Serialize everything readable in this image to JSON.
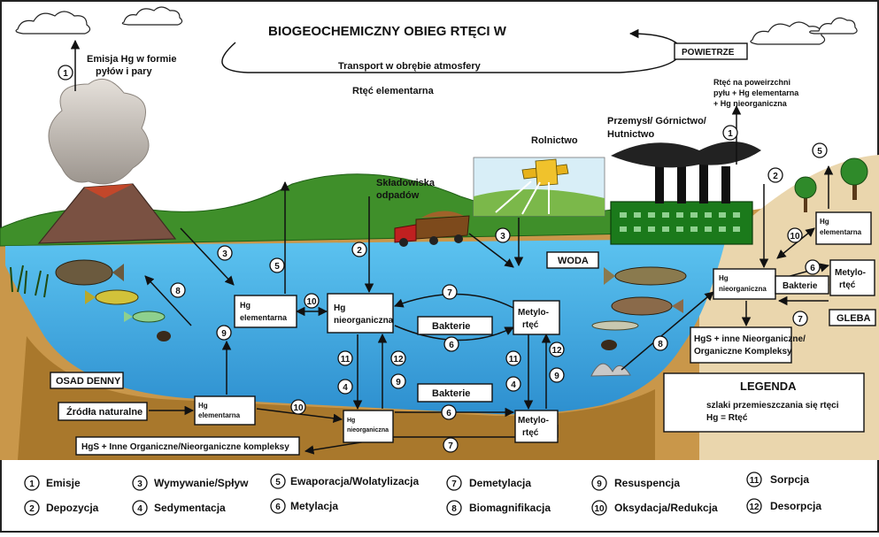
{
  "title": "BIOGEOCHEMICZNY OBIEG RTĘCI W",
  "labels": {
    "transport": "Transport w obrębie atmosfery",
    "rtec_elementarna": "Rtęć elementarna",
    "powietrze": "POWIETRZE",
    "emisja_line1": "Emisja Hg w formie",
    "emisja_line2": "pyłów i pary",
    "rtec_pyl_line1": "Rtęć na poweirzchni",
    "rtec_pyl_line2": "pyłu + Hg elementarna",
    "rtec_pyl_line3": "+ Hg nieorganiczna",
    "przemysl_line1": "Przemysł/ Górnictwo/",
    "przemysl_line2": "Hutnictwo",
    "rolnictwo": "Rolnictwo",
    "skladowiska_line1": "Składowiska",
    "skladowiska_line2": "odpadów",
    "woda": "WODA",
    "gleba": "GLEBA",
    "osad_denny": "OSAD DENNY",
    "zrodla": "Źródła naturalne",
    "hgs_bottom": "HgS + Inne Organiczne/Nieorganiczne kompleksy",
    "hgs_right_line1": "HgS + inne Nieorganiczne/",
    "hgs_right_line2": "Organiczne Kompleksy",
    "bakterie": "Bakterie",
    "hg": "Hg",
    "elementarna": "elementarna",
    "nieorganiczna": "nieorganiczna",
    "metylo": "Metylo-",
    "rtec": "rtęć",
    "legenda_title": "LEGENDA",
    "legenda_line1": "szlaki przemieszczania się rtęci",
    "legenda_line2": "Hg = Rtęć"
  },
  "legend": [
    {
      "num": "1",
      "label": "Emisje"
    },
    {
      "num": "2",
      "label": "Depozycja"
    },
    {
      "num": "3",
      "label": "Wymywanie/Spływ"
    },
    {
      "num": "4",
      "label": "Sedymentacja"
    },
    {
      "num": "5",
      "label": "Ewaporacja/Wolatylizacja"
    },
    {
      "num": "6",
      "label": "Metylacja"
    },
    {
      "num": "7",
      "label": "Demetylacja"
    },
    {
      "num": "8",
      "label": "Biomagnifikacja"
    },
    {
      "num": "9",
      "label": "Resuspencja"
    },
    {
      "num": "10",
      "label": "Oksydacja/Redukcja"
    },
    {
      "num": "11",
      "label": "Sorpcja"
    },
    {
      "num": "12",
      "label": "Desorpcja"
    }
  ],
  "colors": {
    "sky": "#ffffff",
    "hills": "#3f8f2a",
    "water": "#3fb1e6",
    "sediment": "#b8862d",
    "soil": "#e8d2a6",
    "factory": "#1b7a1b"
  }
}
